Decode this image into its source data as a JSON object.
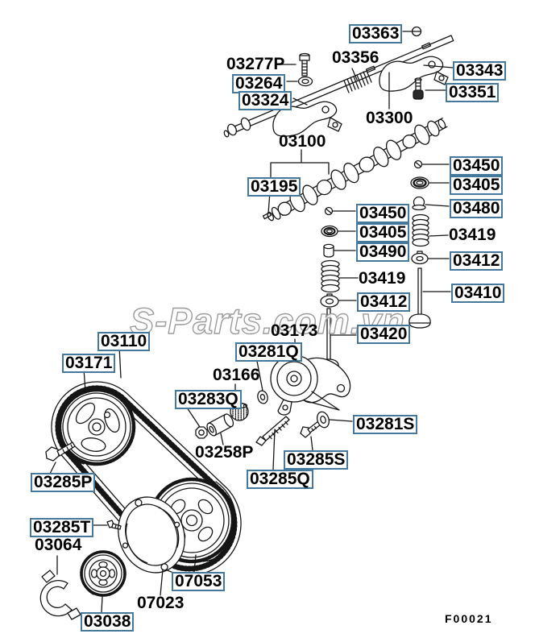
{
  "watermark": "S-Parts.com.vn",
  "figure_code": "F00021",
  "colors": {
    "label_box_border": "#44789c",
    "line_art": "#151515",
    "watermark_stroke": "#9b9b9b"
  },
  "labels": {
    "l03363": "03363",
    "l03277p": "03277P",
    "l03264": "03264",
    "l03324": "03324",
    "l03356": "03356",
    "l03343": "03343",
    "l03351": "03351",
    "l03300": "03300",
    "l03100": "03100",
    "l03195": "03195",
    "l03450r": "03450",
    "l03405r": "03405",
    "l03480": "03480",
    "l03419r": "03419",
    "l03412r": "03412",
    "l03410": "03410",
    "l03450c": "03450",
    "l03405c": "03405",
    "l03490": "03490",
    "l03419c": "03419",
    "l03412c": "03412",
    "l03420": "03420",
    "l03173": "03173",
    "l03281q": "03281Q",
    "l03166": "03166",
    "l03283q": "03283Q",
    "l03258p": "03258P",
    "l03281s": "03281S",
    "l03285s": "03285S",
    "l03285q": "03285Q",
    "l03110": "03110",
    "l03171": "03171",
    "l03285p": "03285P",
    "l03285t": "03285T",
    "l03064": "03064",
    "l07053": "07053",
    "l07023": "07023",
    "l03038": "03038"
  }
}
